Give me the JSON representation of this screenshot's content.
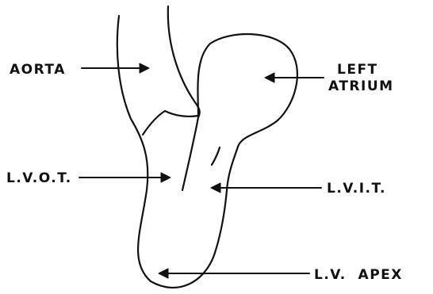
{
  "diagram": {
    "labels": {
      "aorta": "AORTA",
      "left_atrium_line1": "LEFT",
      "left_atrium_line2": "ATRIUM",
      "lvot": "L.V.O.T.",
      "lvit": "L.V.I.T.",
      "lv_apex": "L.V.  APEX"
    }
  }
}
